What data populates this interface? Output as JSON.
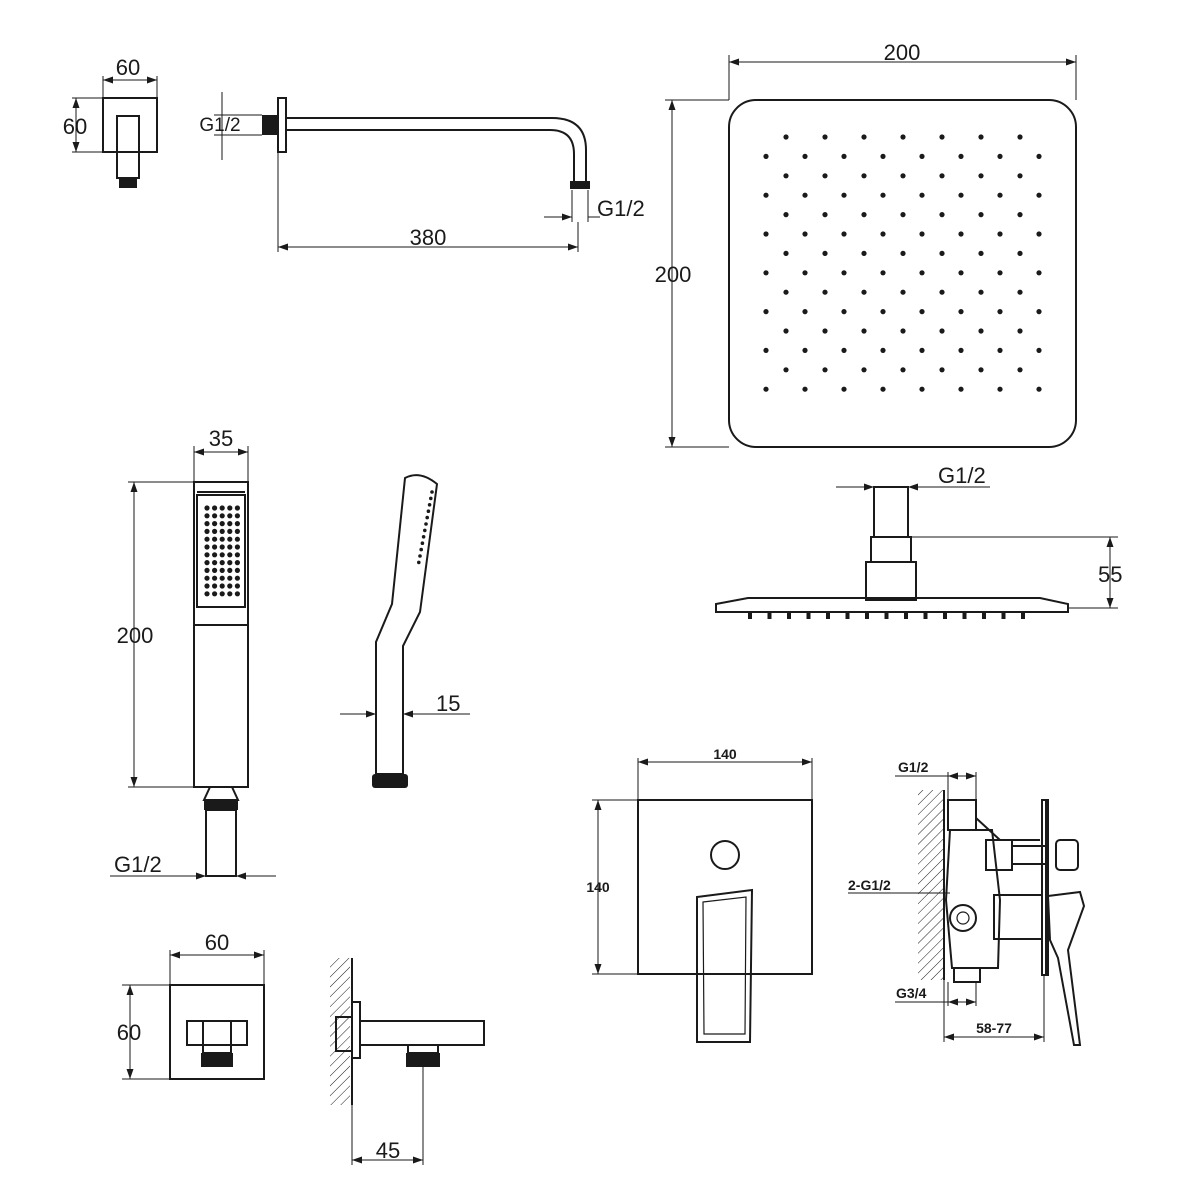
{
  "outlet": {
    "w": "60",
    "h": "60"
  },
  "arm": {
    "thread_wall": "G1/2",
    "thread_end": "G1/2",
    "length": "380"
  },
  "head": {
    "w": "200",
    "h": "200",
    "thread": "G1/2",
    "depth": "55"
  },
  "hand": {
    "w": "35",
    "h": "200",
    "thread": "G1/2",
    "side": "15"
  },
  "elbow": {
    "w": "60",
    "h": "60",
    "depth": "45"
  },
  "plate": {
    "w": "140",
    "h": "140"
  },
  "valve": {
    "in": "G1/2",
    "out": "2-G1/2",
    "main": "G3/4",
    "range": "58-77"
  }
}
